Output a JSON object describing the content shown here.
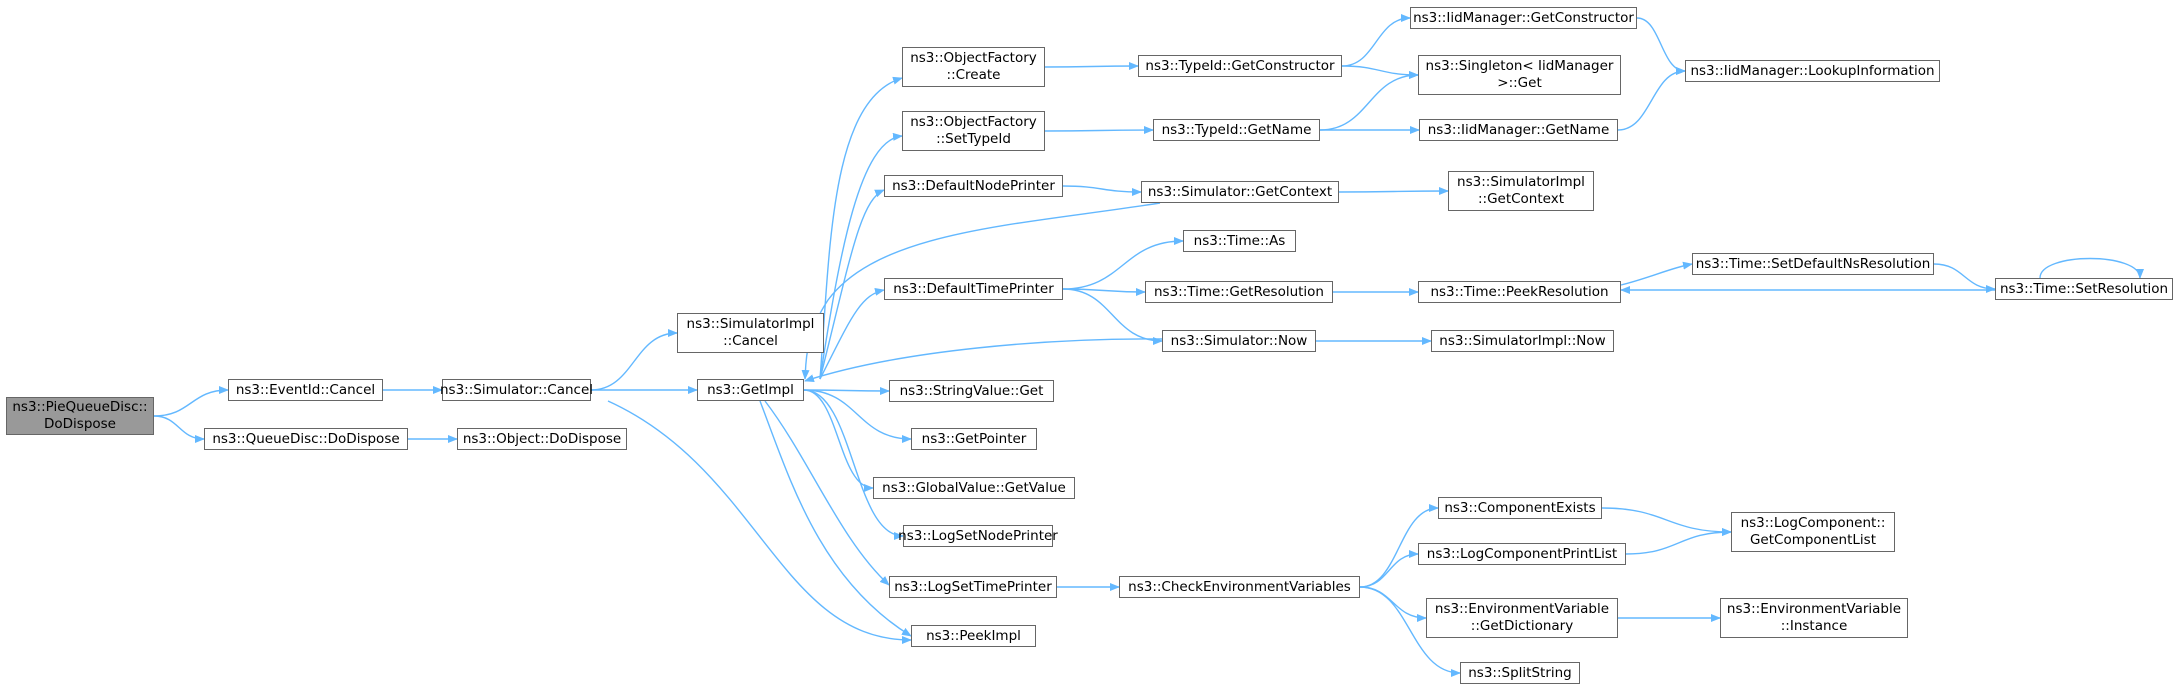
{
  "graph": {
    "edge_color": "#63b8ff",
    "root_fill": "#999999",
    "node_border": "#666666",
    "nodes": {
      "pie_dodispose": [
        "ns3::PieQueueDisc::",
        "DoDispose"
      ],
      "eventid_cancel": [
        "ns3::EventId::Cancel"
      ],
      "queuedisc_dodispose": [
        "ns3::QueueDisc::DoDispose"
      ],
      "simulator_cancel": [
        "ns3::Simulator::Cancel"
      ],
      "object_dodispose": [
        "ns3::Object::DoDispose"
      ],
      "simimpl_cancel": [
        "ns3::SimulatorImpl",
        "::Cancel"
      ],
      "getimpl": [
        "ns3::GetImpl"
      ],
      "objfactory_create": [
        "ns3::ObjectFactory",
        "::Create"
      ],
      "objfactory_settypeid": [
        "ns3::ObjectFactory",
        "::SetTypeId"
      ],
      "defaultnodeprinter": [
        "ns3::DefaultNodePrinter"
      ],
      "defaulttimeprinter": [
        "ns3::DefaultTimePrinter"
      ],
      "stringvalue_get": [
        "ns3::StringValue::Get"
      ],
      "getpointer": [
        "ns3::GetPointer"
      ],
      "globalvalue_getvalue": [
        "ns3::GlobalValue::GetValue"
      ],
      "logsetnodeprinter": [
        "ns3::LogSetNodePrinter"
      ],
      "logsettimeprinter": [
        "ns3::LogSetTimePrinter"
      ],
      "peekimpl": [
        "ns3::PeekImpl"
      ],
      "typeid_getconstructor": [
        "ns3::TypeId::GetConstructor"
      ],
      "typeid_getname": [
        "ns3::TypeId::GetName"
      ],
      "simulator_getcontext": [
        "ns3::Simulator::GetContext"
      ],
      "time_as": [
        "ns3::Time::As"
      ],
      "time_getresolution": [
        "ns3::Time::GetResolution"
      ],
      "simulator_now": [
        "ns3::Simulator::Now"
      ],
      "checkenv": [
        "ns3::CheckEnvironmentVariables"
      ],
      "iidmgr_getconstructor": [
        "ns3::IidManager::GetConstructor"
      ],
      "singleton_get": [
        "ns3::Singleton< IidManager",
        ">::Get"
      ],
      "iidmgr_getname": [
        "ns3::IidManager::GetName"
      ],
      "simimpl_getcontext": [
        "ns3::SimulatorImpl",
        "::GetContext"
      ],
      "time_peekresolution": [
        "ns3::Time::PeekResolution"
      ],
      "simimpl_now": [
        "ns3::SimulatorImpl::Now"
      ],
      "componentexists": [
        "ns3::ComponentExists"
      ],
      "logcomponentprintlist": [
        "ns3::LogComponentPrintList"
      ],
      "envvar_getdictionary": [
        "ns3::EnvironmentVariable",
        "::GetDictionary"
      ],
      "splitstring": [
        "ns3::SplitString"
      ],
      "iidmgr_lookupinformation": [
        "ns3::IidManager::LookupInformation"
      ],
      "time_setdefaultnsresolution": [
        "ns3::Time::SetDefaultNsResolution"
      ],
      "time_setresolution": [
        "ns3::Time::SetResolution"
      ],
      "logcomponent_getcomponentlist": [
        "ns3::LogComponent::",
        "GetComponentList"
      ],
      "envvar_instance": [
        "ns3::EnvironmentVariable",
        "::Instance"
      ]
    },
    "edges": [
      [
        "pie_dodispose",
        "eventid_cancel"
      ],
      [
        "pie_dodispose",
        "queuedisc_dodispose"
      ],
      [
        "eventid_cancel",
        "simulator_cancel"
      ],
      [
        "queuedisc_dodispose",
        "object_dodispose"
      ],
      [
        "simulator_cancel",
        "simimpl_cancel"
      ],
      [
        "simulator_cancel",
        "getimpl"
      ],
      [
        "simulator_cancel",
        "peekimpl"
      ],
      [
        "getimpl",
        "objfactory_create"
      ],
      [
        "getimpl",
        "objfactory_settypeid"
      ],
      [
        "getimpl",
        "defaultnodeprinter"
      ],
      [
        "getimpl",
        "defaulttimeprinter"
      ],
      [
        "getimpl",
        "stringvalue_get"
      ],
      [
        "getimpl",
        "getpointer"
      ],
      [
        "getimpl",
        "globalvalue_getvalue"
      ],
      [
        "getimpl",
        "logsetnodeprinter"
      ],
      [
        "getimpl",
        "logsettimeprinter"
      ],
      [
        "getimpl",
        "peekimpl"
      ],
      [
        "objfactory_create",
        "typeid_getconstructor"
      ],
      [
        "objfactory_settypeid",
        "typeid_getname"
      ],
      [
        "defaultnodeprinter",
        "simulator_getcontext"
      ],
      [
        "simulator_getcontext",
        "getimpl"
      ],
      [
        "simulator_getcontext",
        "simimpl_getcontext"
      ],
      [
        "defaulttimeprinter",
        "time_as"
      ],
      [
        "defaulttimeprinter",
        "time_getresolution"
      ],
      [
        "defaulttimeprinter",
        "simulator_now"
      ],
      [
        "simulator_now",
        "getimpl"
      ],
      [
        "simulator_now",
        "simimpl_now"
      ],
      [
        "logsettimeprinter",
        "checkenv"
      ],
      [
        "typeid_getconstructor",
        "iidmgr_getconstructor"
      ],
      [
        "typeid_getconstructor",
        "singleton_get"
      ],
      [
        "typeid_getname",
        "singleton_get"
      ],
      [
        "typeid_getname",
        "iidmgr_getname"
      ],
      [
        "iidmgr_getconstructor",
        "iidmgr_lookupinformation"
      ],
      [
        "iidmgr_getname",
        "iidmgr_lookupinformation"
      ],
      [
        "time_getresolution",
        "time_peekresolution"
      ],
      [
        "time_peekresolution",
        "time_setdefaultnsresolution"
      ],
      [
        "time_setdefaultnsresolution",
        "time_setresolution"
      ],
      [
        "time_setresolution",
        "time_peekresolution"
      ],
      [
        "time_setresolution",
        "time_setresolution"
      ],
      [
        "checkenv",
        "componentexists"
      ],
      [
        "checkenv",
        "logcomponentprintlist"
      ],
      [
        "checkenv",
        "envvar_getdictionary"
      ],
      [
        "checkenv",
        "splitstring"
      ],
      [
        "componentexists",
        "logcomponent_getcomponentlist"
      ],
      [
        "logcomponentprintlist",
        "logcomponent_getcomponentlist"
      ],
      [
        "envvar_getdictionary",
        "envvar_instance"
      ]
    ]
  }
}
